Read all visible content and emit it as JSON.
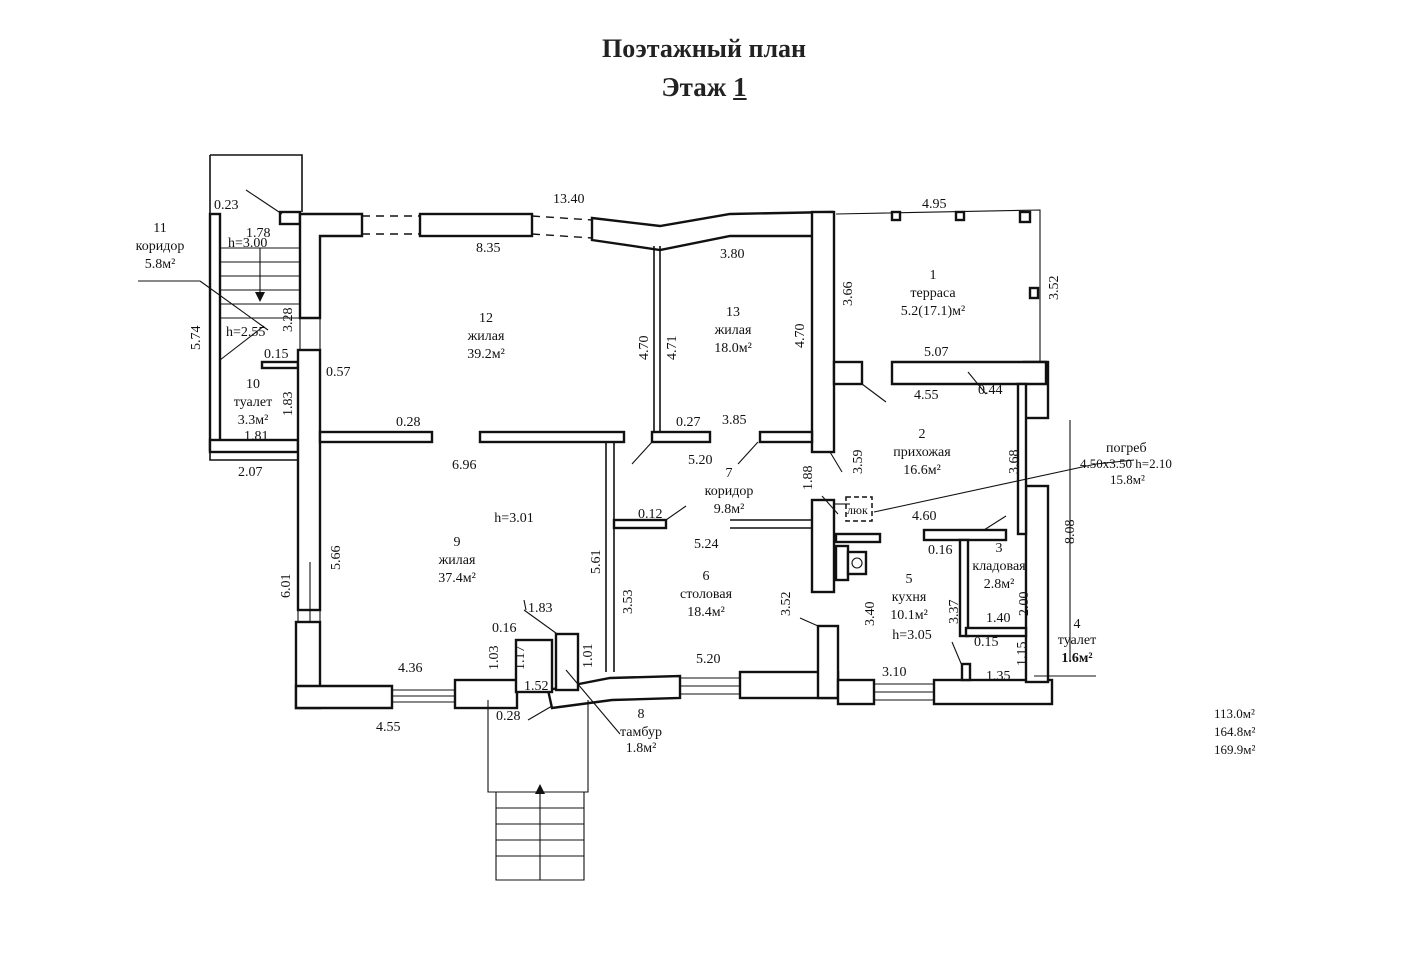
{
  "header": {
    "title": "Поэтажный план",
    "floor_label": "Этаж",
    "floor_number": "1"
  },
  "rooms": [
    {
      "id": "1",
      "name": "терраса",
      "area": "5.2(17.1)м²"
    },
    {
      "id": "2",
      "name": "прихожая",
      "area": "16.6м²"
    },
    {
      "id": "3",
      "name": "кладовая",
      "area": "2.8м²"
    },
    {
      "id": "4",
      "name": "туалет",
      "area": "1.6м²"
    },
    {
      "id": "5",
      "name": "кухня",
      "area": "10.1м²",
      "height": "h=3.05"
    },
    {
      "id": "6",
      "name": "столовая",
      "area": "18.4м²"
    },
    {
      "id": "7",
      "name": "коридор",
      "area": "9.8м²"
    },
    {
      "id": "8",
      "name": "тамбур",
      "area": "1.8м²"
    },
    {
      "id": "9",
      "name": "жилая",
      "area": "37.4м²",
      "height": "h=3.01"
    },
    {
      "id": "10",
      "name": "туалет",
      "area": "3.3м²"
    },
    {
      "id": "11",
      "name": "коридор",
      "area": "5.8м²"
    },
    {
      "id": "12",
      "name": "жилая",
      "area": "39.2м²"
    },
    {
      "id": "13",
      "name": "жилая",
      "area": "18.0м²"
    }
  ],
  "cellar": {
    "name": "погреб",
    "size": "4.50x3.50 h=2.10",
    "area": "15.8м²",
    "hatch": "люк"
  },
  "heights": {
    "h_300": "h=3.00",
    "h_255": "h=2.55"
  },
  "dims": {
    "d1340": "13.40",
    "d835": "8.35",
    "d380": "3.80",
    "d495": "4.95",
    "d352a": "3.52",
    "d366": "3.66",
    "d470a": "4.70",
    "d471": "4.71",
    "d470b": "4.70",
    "d507": "5.07",
    "d455a": "4.55",
    "d044": "0.44",
    "d368": "3.68",
    "d808": "8.08",
    "d023": "0.23",
    "d178": "1.78",
    "d574": "5.74",
    "d328": "3.28",
    "d015a": "0.15",
    "d057": "0.57",
    "d183a": "1.83",
    "d181": "1.81",
    "d207": "2.07",
    "d028a": "0.28",
    "d696": "6.96",
    "d027": "0.27",
    "d385": "3.85",
    "d520a": "5.20",
    "d188": "1.88",
    "d359": "3.59",
    "d012": "0.12",
    "d524": "5.24",
    "d460": "4.60",
    "d016a": "0.16",
    "d566": "5.66",
    "d601": "6.01",
    "d561": "5.61",
    "d353": "3.53",
    "d352b": "3.52",
    "d340": "3.40",
    "d337": "3.37",
    "d200": "2.00",
    "d140": "1.40",
    "d015b": "0.15",
    "d115": "1.15",
    "d135": "1.35",
    "d310": "3.10",
    "d520b": "5.20",
    "d183b": "1.83",
    "d016b": "0.16",
    "d103": "1.03",
    "d117": "1.17",
    "d101": "1.01",
    "d152": "1.52",
    "d436": "4.36",
    "d455b": "4.55",
    "d028b": "0.28"
  },
  "totals": [
    "113.0м²",
    "164.8м²",
    "169.9м²"
  ]
}
